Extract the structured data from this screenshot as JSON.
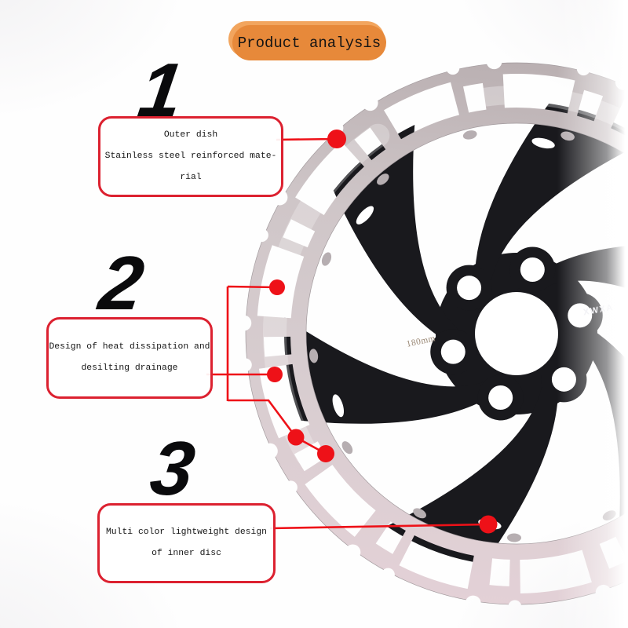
{
  "banner": {
    "label": "Product analysis"
  },
  "annotations": [
    {
      "number": "1",
      "lines": [
        "Outer dish",
        "Stainless steel reinforced mate-",
        "rial"
      ]
    },
    {
      "number": "2",
      "lines": [
        "Design of heat dissipation and",
        "desilting drainage"
      ]
    },
    {
      "number": "3",
      "lines": [
        "Multi color lightweight design",
        "of inner disc"
      ]
    }
  ],
  "rotor": {
    "size_label": "180mm",
    "brand_label": "XWXA"
  },
  "colors": {
    "banner_orange": "#e7893a",
    "banner_orange_light": "#f2a55e",
    "callout_red": "#ee1118",
    "box_border_red": "#dc2130",
    "number_black": "#0a0a0c",
    "text_black": "#151515",
    "rotor_black": "#19191d",
    "rotor_silver": "#cfc6c9"
  }
}
